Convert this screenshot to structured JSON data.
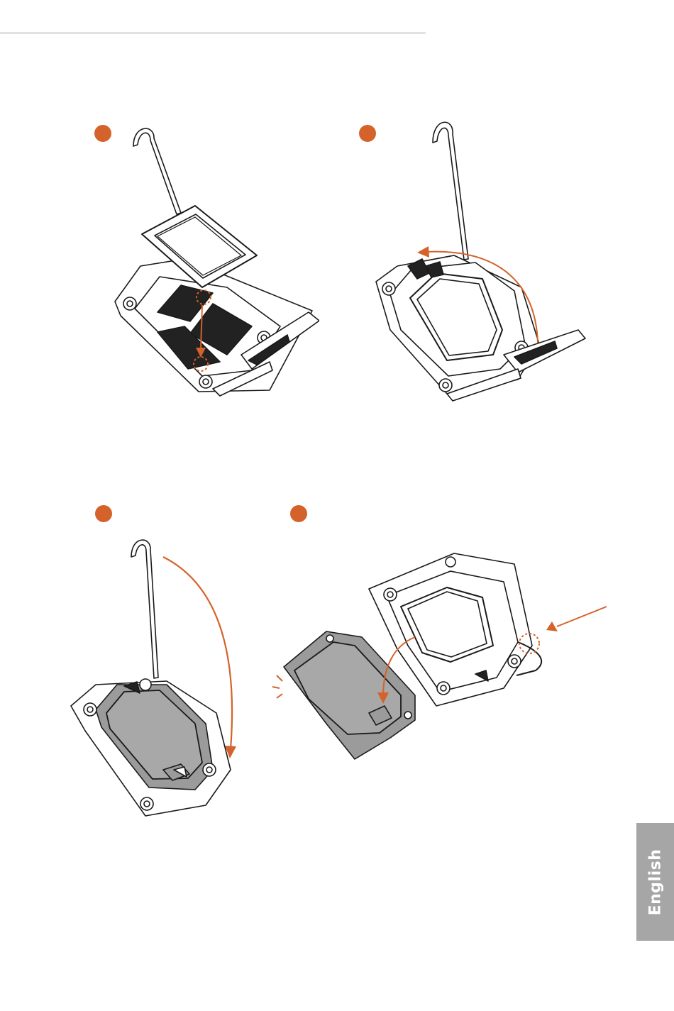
{
  "page": {
    "language_tab": "English"
  },
  "colors": {
    "accent": "#D4622A",
    "line": "#1a1a1a",
    "cover_gray": "#9b9b9b",
    "tab_gray": "#a6a6a6"
  },
  "figures": [
    {
      "name": "step-1",
      "shows": "cpu-insert-into-socket",
      "icons": [
        "cpu-icon",
        "socket-icon",
        "arrow-down-icon",
        "alignment-key-marker"
      ]
    },
    {
      "name": "step-2",
      "shows": "close-load-plate",
      "icons": [
        "socket-icon",
        "curved-arrow-icon"
      ]
    },
    {
      "name": "step-3",
      "shows": "lower-load-lever",
      "icons": [
        "socket-icon",
        "lever-icon",
        "curved-arrow-icon"
      ]
    },
    {
      "name": "step-4",
      "shows": "remove-pnp-cap",
      "icons": [
        "pnp-cap-icon",
        "socket-icon",
        "arrow-icon"
      ]
    }
  ]
}
